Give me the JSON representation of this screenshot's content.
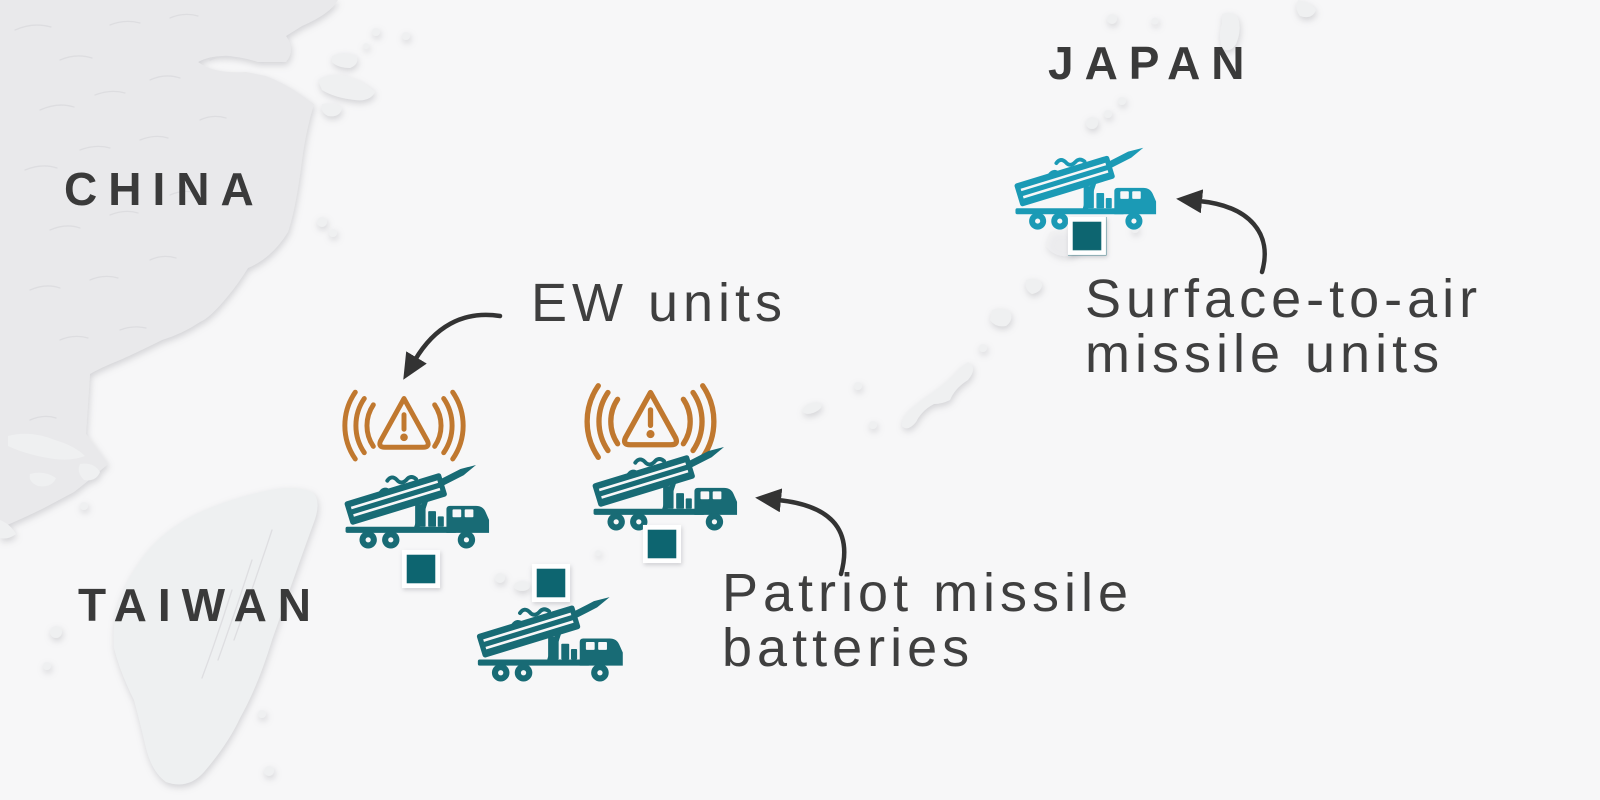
{
  "graphic": {
    "type": "military-deployment-map",
    "region": "Taiwan Strait / East China Sea"
  },
  "labels": {
    "china": "CHINA",
    "taiwan": "TAIWAN",
    "japan": "JAPAN"
  },
  "annotations": {
    "ew_units": {
      "text": "EW units"
    },
    "sam_units": {
      "line1": "Surface-to-air",
      "line2": "missile units"
    },
    "patriot": {
      "line1": "Patriot missile",
      "line2": "batteries"
    }
  },
  "units": {
    "patriot_launcher_count": 3,
    "ew_jammer_count": 2,
    "sam_launcher_count": 1,
    "square_marker_count": 4
  },
  "icons": [
    "missile-launcher-icon",
    "ew-jammer-icon",
    "square-marker-icon",
    "curved-arrow"
  ],
  "colors": {
    "sea": "#f7f7f8",
    "land": "#e9e9eb",
    "island": "#eff0f1",
    "label_text": "#3a3a3a",
    "annotation_text": "#3f3f3f",
    "arrow": "#333333",
    "patriot_teal": "#186b75",
    "sam_cyan": "#1b9ab5",
    "marker_square_teal": "#11656f",
    "ew_orange": "#c0782f"
  }
}
